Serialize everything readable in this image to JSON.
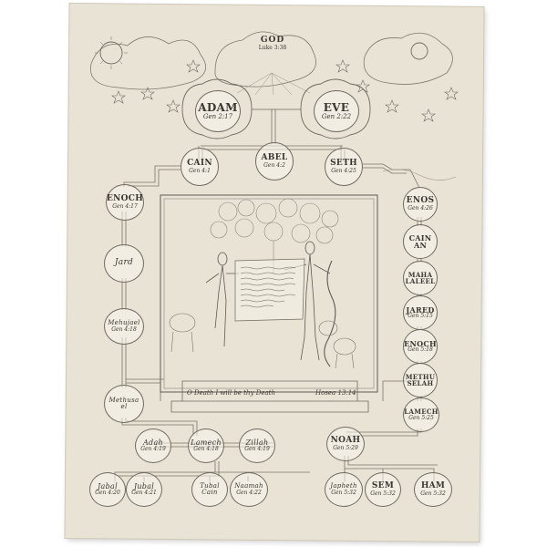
{
  "top": {
    "god": {
      "name": "GOD",
      "ref": "Luke 3:38"
    },
    "adam": {
      "name": "ADAM",
      "ref": "Gen 2:17"
    },
    "eve": {
      "name": "EVE",
      "ref": "Gen 2:22"
    }
  },
  "children": {
    "cain": {
      "name": "CAIN",
      "ref": "Gen 4:1"
    },
    "abel": {
      "name": "ABEL",
      "ref": "Gen 4:2"
    },
    "seth": {
      "name": "SETH",
      "ref": "Gen 4:25"
    }
  },
  "left_line": [
    {
      "name": "ENOCH",
      "ref": "Gen 4:17"
    },
    {
      "name": "Jard",
      "ref": ""
    },
    {
      "name": "Mehujael",
      "ref": "Gen 4:18"
    },
    {
      "name": "Methusa el",
      "ref": ""
    }
  ],
  "right_line": [
    {
      "name": "ENOS",
      "ref": "Gen 4:26"
    },
    {
      "name": "CAIN AN",
      "ref": ""
    },
    {
      "name": "MAHA LALEEL",
      "ref": ""
    },
    {
      "name": "JARED",
      "ref": "Gen 5:15"
    },
    {
      "name": "ENOCH",
      "ref": "Gen 5:18"
    },
    {
      "name": "METHU SELAH",
      "ref": ""
    },
    {
      "name": "LAMECH",
      "ref": "Gen 5:25"
    }
  ],
  "lamech_family": {
    "adah": {
      "name": "Adah",
      "ref": "Gen 4:19"
    },
    "lamech": {
      "name": "Lamech",
      "ref": "Gen 4:18"
    },
    "zillah": {
      "name": "Zillah",
      "ref": "Gen 4:19"
    },
    "jabal": {
      "name": "Jabal",
      "ref": "Gen 4:20"
    },
    "jubal": {
      "name": "Jubal",
      "ref": "Gen 4:21"
    },
    "tubal_cain": {
      "name": "Tubal Cain",
      "ref": ""
    },
    "naamah": {
      "name": "Naamah",
      "ref": "Gen 4:22"
    }
  },
  "noah_family": {
    "noah": {
      "name": "NOAH",
      "ref": "Gen 5:29"
    },
    "japheth": {
      "name": "Japheth",
      "ref": "Gen 5:32"
    },
    "sem": {
      "name": "SEM",
      "ref": "Gen 5:32"
    },
    "ham": {
      "name": "HAM",
      "ref": "Gen 5:32"
    }
  },
  "scene": {
    "caption": "O Death I will be thy Death",
    "caption_ref": "Hosea 13:14"
  },
  "colors": {
    "paper": "#e9e3d6",
    "ink": "#3a3630",
    "pencil": "#6f6a60"
  }
}
